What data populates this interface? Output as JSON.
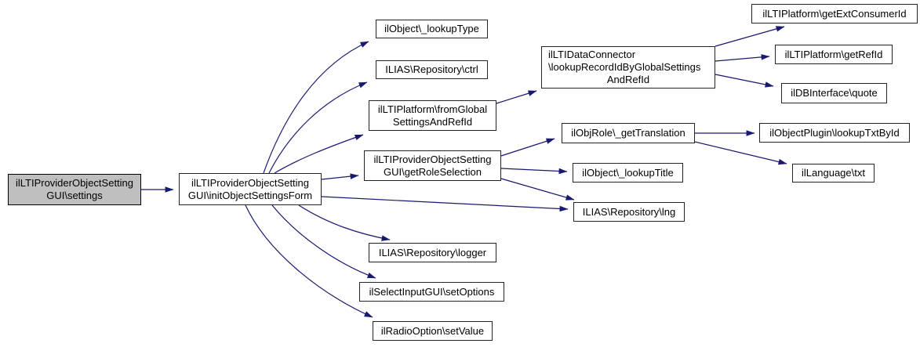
{
  "diagram": {
    "type": "call-graph",
    "edge_color": "#191970",
    "node_border_color": "#242424",
    "node_fill": "#ffffff",
    "highlight_fill": "#bfbfbf",
    "nodes": [
      {
        "id": "settings",
        "label": "ilLTIProviderObjectSetting\nGUI\\settings",
        "highlighted": true
      },
      {
        "id": "initObjectSettingsForm",
        "label": "ilLTIProviderObjectSetting\nGUI\\initObjectSettingsForm",
        "highlighted": false
      },
      {
        "id": "_lookupType",
        "label": "ilObject\\_lookupType",
        "highlighted": false
      },
      {
        "id": "ctrl",
        "label": "ILIAS\\Repository\\ctrl",
        "highlighted": false
      },
      {
        "id": "fromGlobalSettingsAndRefId",
        "label": "ilLTIPlatform\\fromGlobal\nSettingsAndRefId",
        "highlighted": false
      },
      {
        "id": "getRoleSelection",
        "label": "ilLTIProviderObjectSetting\nGUI\\getRoleSelection",
        "highlighted": false
      },
      {
        "id": "lookupRecordIdByGlobalSettingsAndRefId",
        "lines": [
          "ilLTIDataConnector",
          "\\lookupRecordIdByGlobalSettings",
          "AndRefId"
        ],
        "highlighted": false
      },
      {
        "id": "getExtConsumerId",
        "label": "ilLTIPlatform\\getExtConsumerId",
        "highlighted": false
      },
      {
        "id": "getRefId",
        "label": "ilLTIPlatform\\getRefId",
        "highlighted": false
      },
      {
        "id": "quote",
        "label": "ilDBInterface\\quote",
        "highlighted": false
      },
      {
        "id": "_getTranslation",
        "label": "ilObjRole\\_getTranslation",
        "highlighted": false
      },
      {
        "id": "_lookupTitle",
        "label": "ilObject\\_lookupTitle",
        "highlighted": false
      },
      {
        "id": "lng",
        "label": "ILIAS\\Repository\\lng",
        "highlighted": false
      },
      {
        "id": "lookupTxtById",
        "label": "ilObjectPlugin\\lookupTxtById",
        "highlighted": false
      },
      {
        "id": "txt",
        "label": "ilLanguage\\txt",
        "highlighted": false
      },
      {
        "id": "logger",
        "label": "ILIAS\\Repository\\logger",
        "highlighted": false
      },
      {
        "id": "setOptions",
        "label": "ilSelectInputGUI\\setOptions",
        "highlighted": false
      },
      {
        "id": "setValue",
        "label": "ilRadioOption\\setValue",
        "highlighted": false
      }
    ],
    "edges": [
      {
        "from": "settings",
        "to": "initObjectSettingsForm"
      },
      {
        "from": "initObjectSettingsForm",
        "to": "_lookupType"
      },
      {
        "from": "initObjectSettingsForm",
        "to": "ctrl"
      },
      {
        "from": "initObjectSettingsForm",
        "to": "fromGlobalSettingsAndRefId"
      },
      {
        "from": "initObjectSettingsForm",
        "to": "getRoleSelection"
      },
      {
        "from": "initObjectSettingsForm",
        "to": "lng"
      },
      {
        "from": "initObjectSettingsForm",
        "to": "logger"
      },
      {
        "from": "initObjectSettingsForm",
        "to": "setOptions"
      },
      {
        "from": "initObjectSettingsForm",
        "to": "setValue"
      },
      {
        "from": "fromGlobalSettingsAndRefId",
        "to": "lookupRecordIdByGlobalSettingsAndRefId"
      },
      {
        "from": "lookupRecordIdByGlobalSettingsAndRefId",
        "to": "getExtConsumerId"
      },
      {
        "from": "lookupRecordIdByGlobalSettingsAndRefId",
        "to": "getRefId"
      },
      {
        "from": "lookupRecordIdByGlobalSettingsAndRefId",
        "to": "quote"
      },
      {
        "from": "getRoleSelection",
        "to": "_getTranslation"
      },
      {
        "from": "getRoleSelection",
        "to": "_lookupTitle"
      },
      {
        "from": "getRoleSelection",
        "to": "lng"
      },
      {
        "from": "_getTranslation",
        "to": "lookupTxtById"
      },
      {
        "from": "_getTranslation",
        "to": "txt"
      }
    ]
  }
}
